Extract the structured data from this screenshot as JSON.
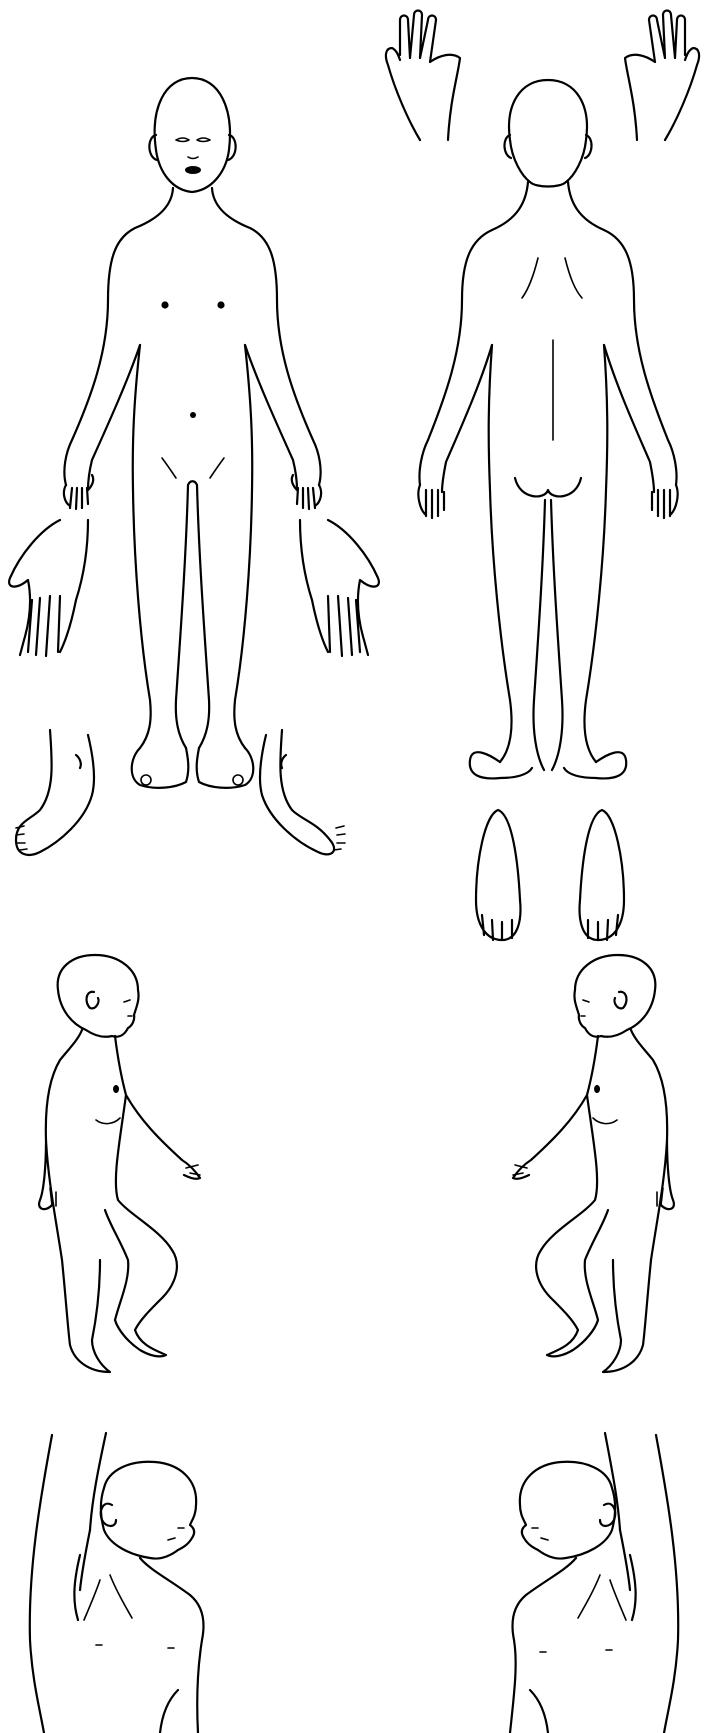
{
  "diagram": {
    "background": "#ffffff",
    "line_color": "#000000",
    "views": [
      "front-view",
      "back-view",
      "left-side-view",
      "right-side-view",
      "infant-held-left",
      "infant-held-right"
    ]
  }
}
